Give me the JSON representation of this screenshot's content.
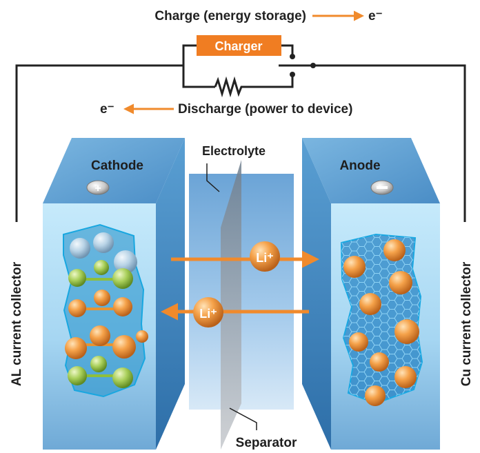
{
  "circuit": {
    "charge_label": "Charge (energy storage)",
    "discharge_label": "Discharge (power to device)",
    "electron_right": "e⁻",
    "electron_left": "e⁻",
    "charger_label": "Charger"
  },
  "cell": {
    "cathode_label": "Cathode",
    "anode_label": "Anode",
    "electrolyte_label": "Electrolyte",
    "separator_label": "Separator",
    "ion_top": "Li⁺",
    "ion_bottom": "Li⁺",
    "al_collector_label": "AL current collector",
    "cu_collector_label": "Cu current collector"
  },
  "colors": {
    "arrow": "#f08a2c",
    "wire": "#222222",
    "charger": "#f07d22",
    "electrode_light": "#c3e8fa",
    "electrode_dark": "#3f86bf"
  }
}
